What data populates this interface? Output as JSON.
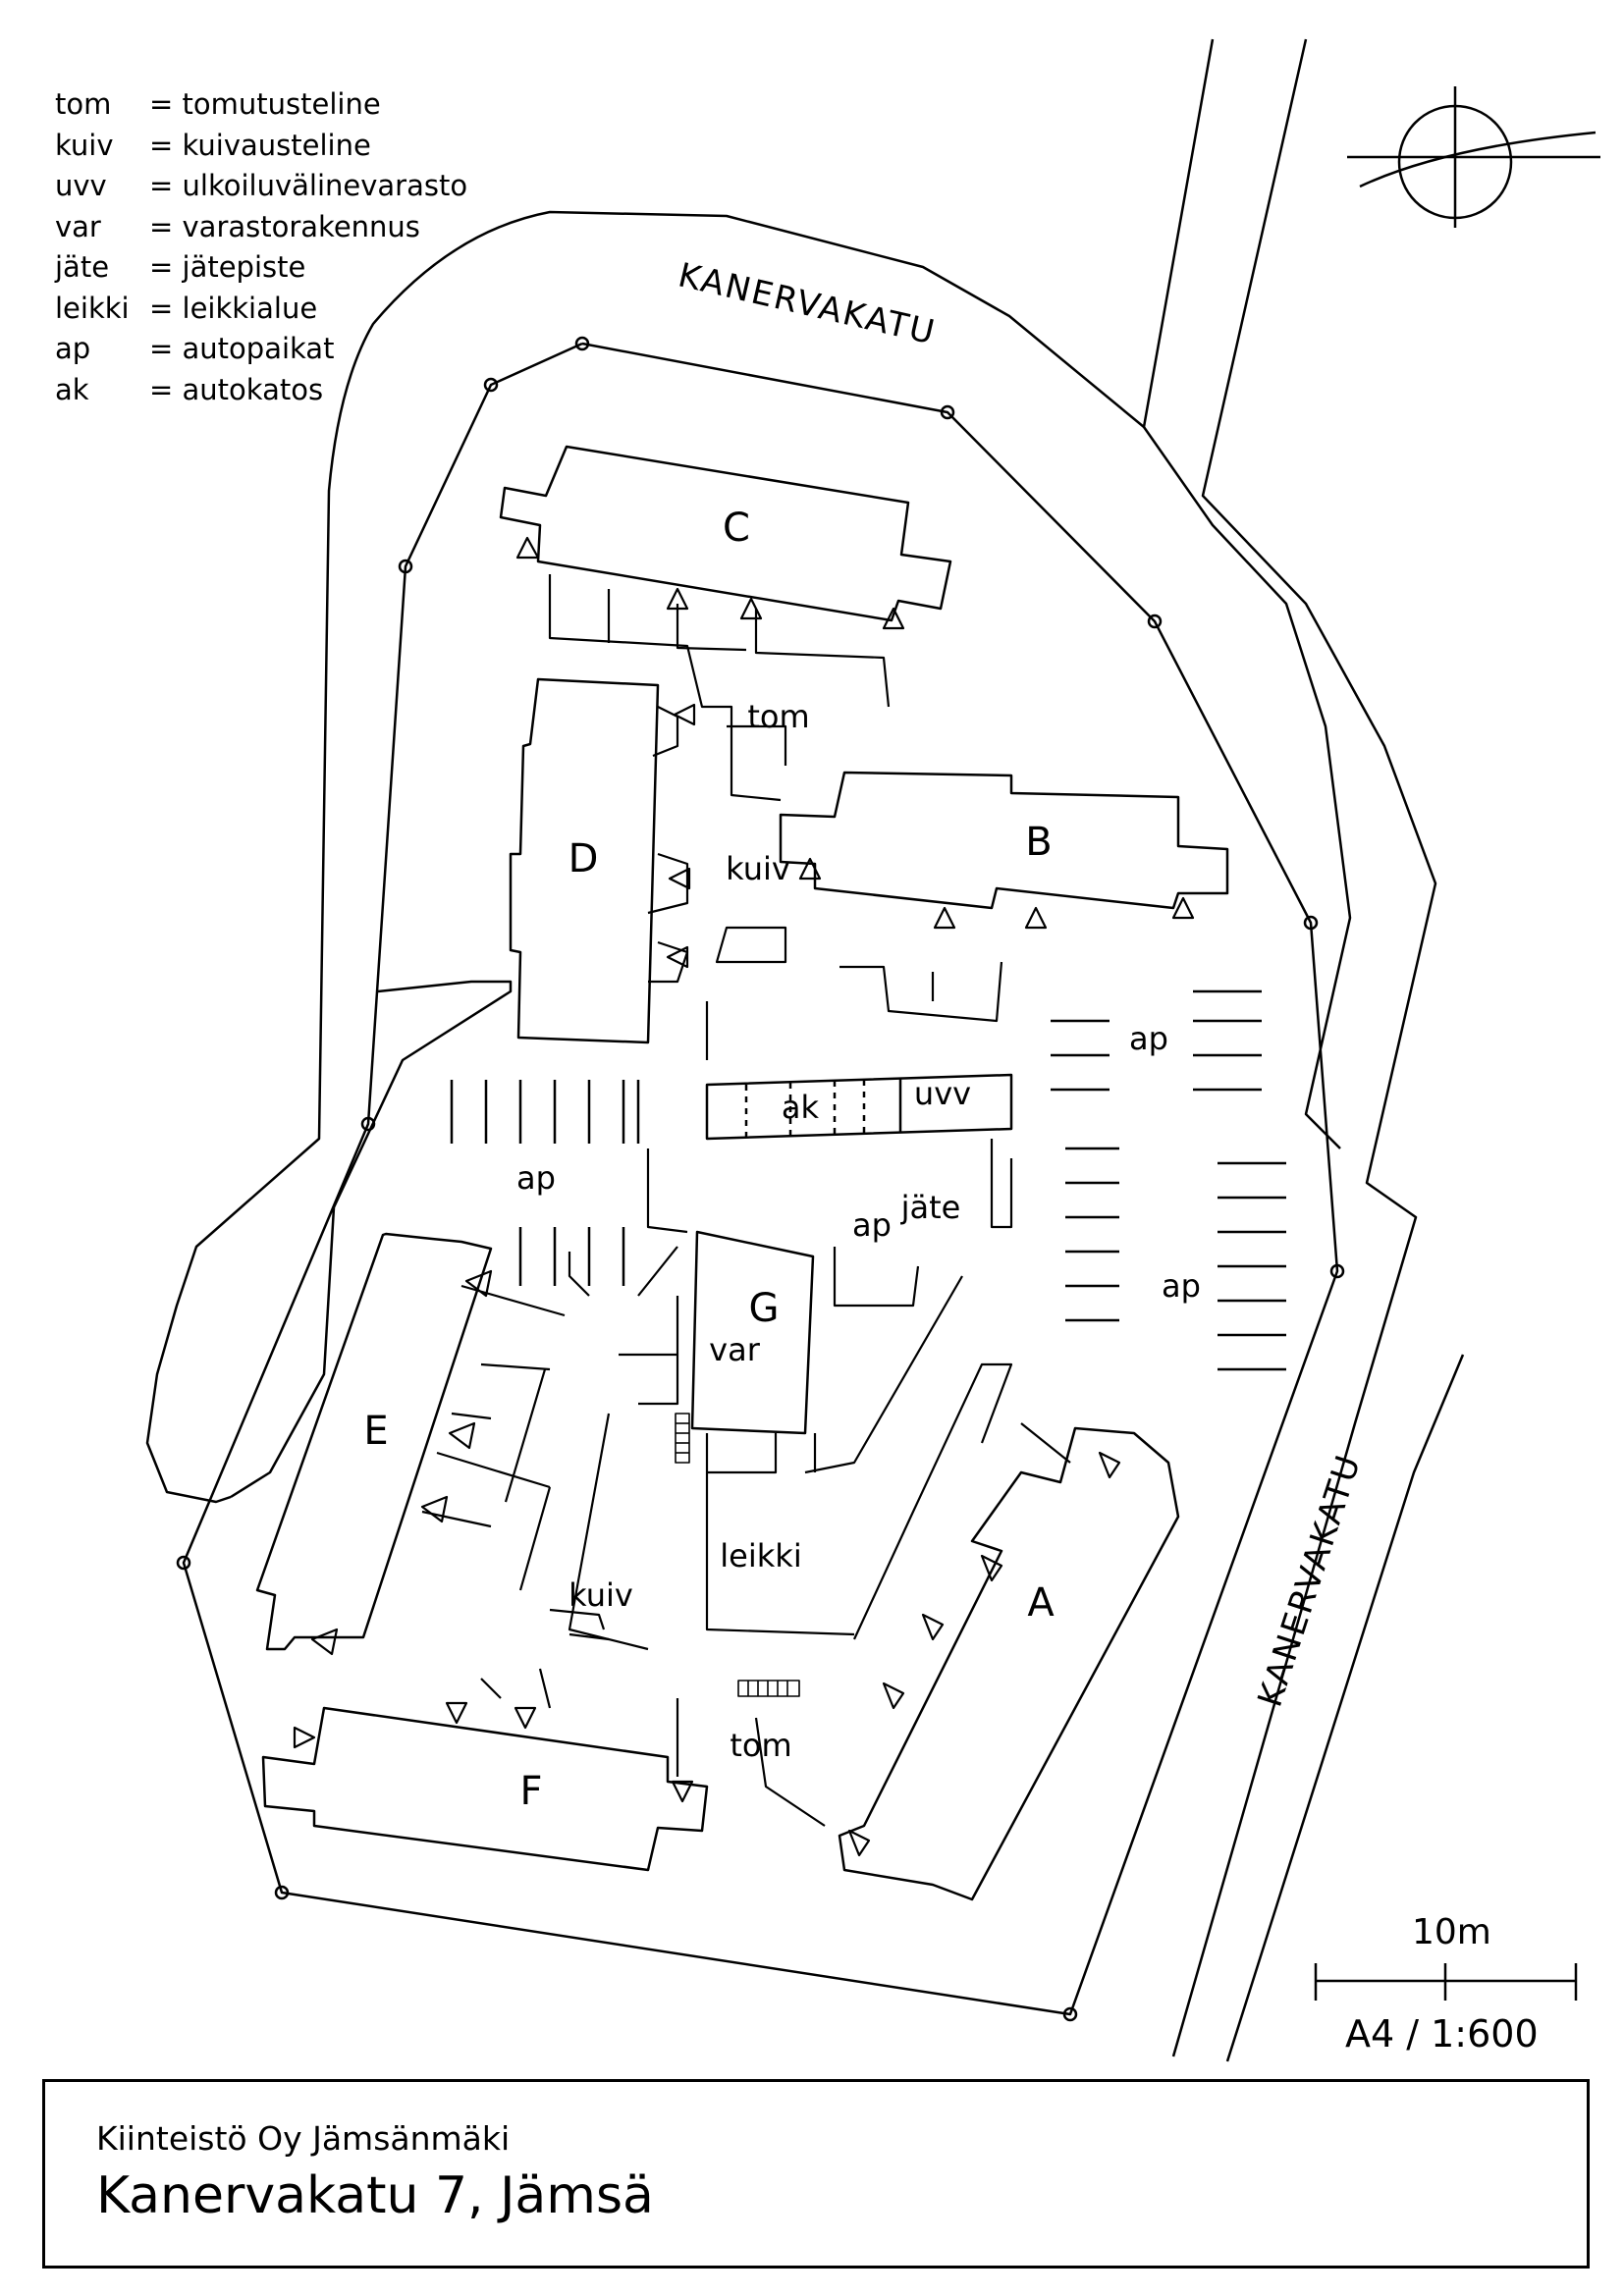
{
  "legend": [
    {
      "abbr": "tom",
      "desc": "= tomutusteline"
    },
    {
      "abbr": "kuiv",
      "desc": "= kuivausteline"
    },
    {
      "abbr": "uvv",
      "desc": "= ulkoiluvälinevarasto"
    },
    {
      "abbr": "var",
      "desc": "= varastorakennus"
    },
    {
      "abbr": "jäte",
      "desc": "= jätepiste"
    },
    {
      "abbr": "leikki",
      "desc": "= leikkialue"
    },
    {
      "abbr": "ap",
      "desc": "= autopaikat"
    },
    {
      "abbr": "ak",
      "desc": "= autokatos"
    }
  ],
  "streets": {
    "north": "KANERVAKATU",
    "east": "KANERVAKATU"
  },
  "buildings": {
    "a": "A",
    "b": "B",
    "c": "C",
    "d": "D",
    "e": "E",
    "f": "F",
    "g": "G"
  },
  "areas": {
    "tom_top": "tom",
    "tom_bottom": "tom",
    "kuiv_top": "kuiv",
    "kuiv_bottom": "kuiv",
    "ak": "ak",
    "uvv": "uvv",
    "ap_left": "ap",
    "ap_right_top": "ap",
    "ap_right_bottom": "ap",
    "ap_small": "ap",
    "jate": "jäte",
    "var": "var",
    "leikki": "leikki"
  },
  "scale": {
    "bar_label": "10m",
    "paper_scale": "A4 / 1:600"
  },
  "title_block": {
    "company": "Kiinteistö Oy Jämsänmäki",
    "address": "Kanervakatu 7, Jämsä"
  }
}
